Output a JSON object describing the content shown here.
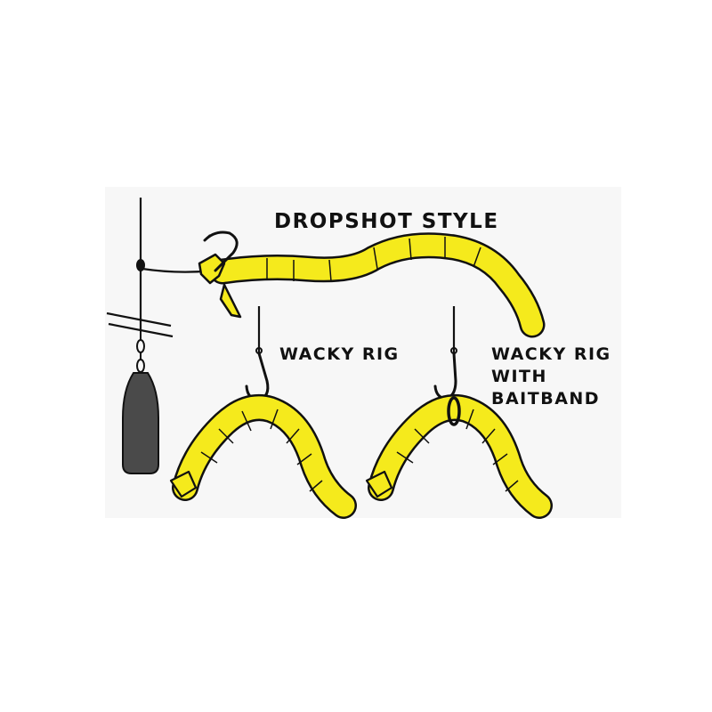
{
  "labels": {
    "dropshot": "DROPSHOT STYLE",
    "wacky": "WACKY RIG",
    "wacky_band_line1": "WACKY RIG",
    "wacky_band_line2": "WITH",
    "wacky_band_line3": "BAITBAND"
  },
  "colors": {
    "worm_fill": "#f5ea1c",
    "outline": "#111111",
    "sinker": "#4a4a4a",
    "background_panel": "#f7f7f7"
  }
}
